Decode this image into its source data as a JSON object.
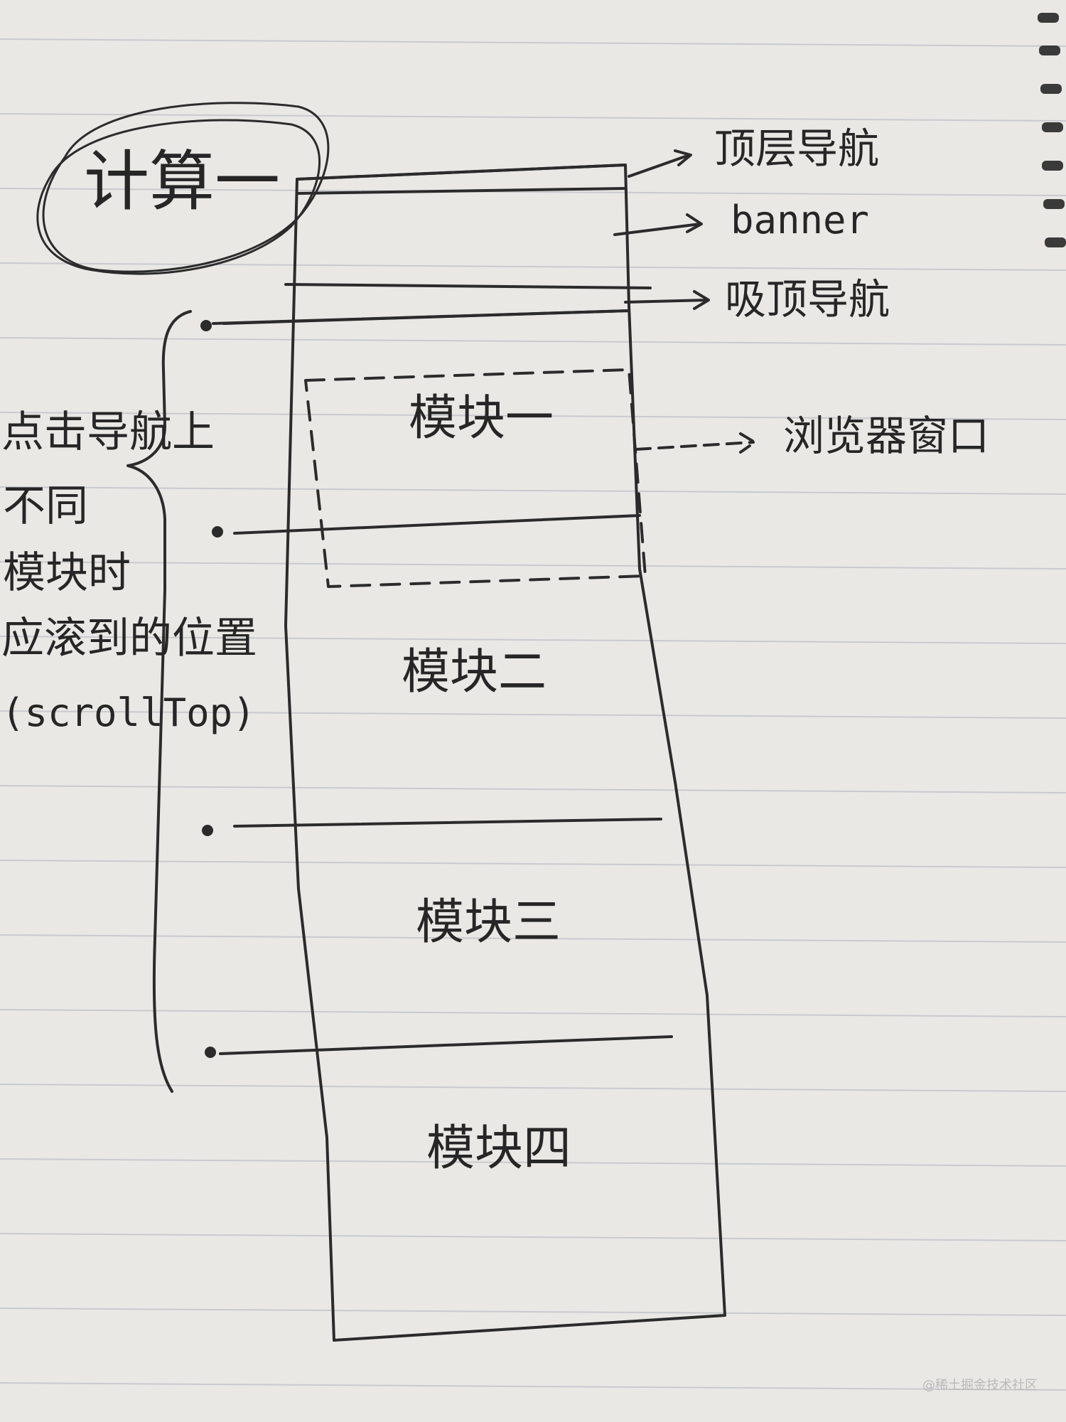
{
  "title": "计算一",
  "labels": {
    "top_nav": "顶层导航",
    "banner": "banner",
    "sticky_nav": "吸顶导航",
    "browser_window": "浏览器窗口"
  },
  "modules": [
    "模块一",
    "模块二",
    "模块三",
    "模块四"
  ],
  "note_lines": [
    "点击导航上",
    "不同",
    "模块时",
    "应滚到的位置",
    "(scrollTop)"
  ],
  "watermark": "@稀土掘金技术社区",
  "colors": {
    "paper": "#e9e8e4",
    "ink": "#262626",
    "rule": "#c9cace"
  }
}
